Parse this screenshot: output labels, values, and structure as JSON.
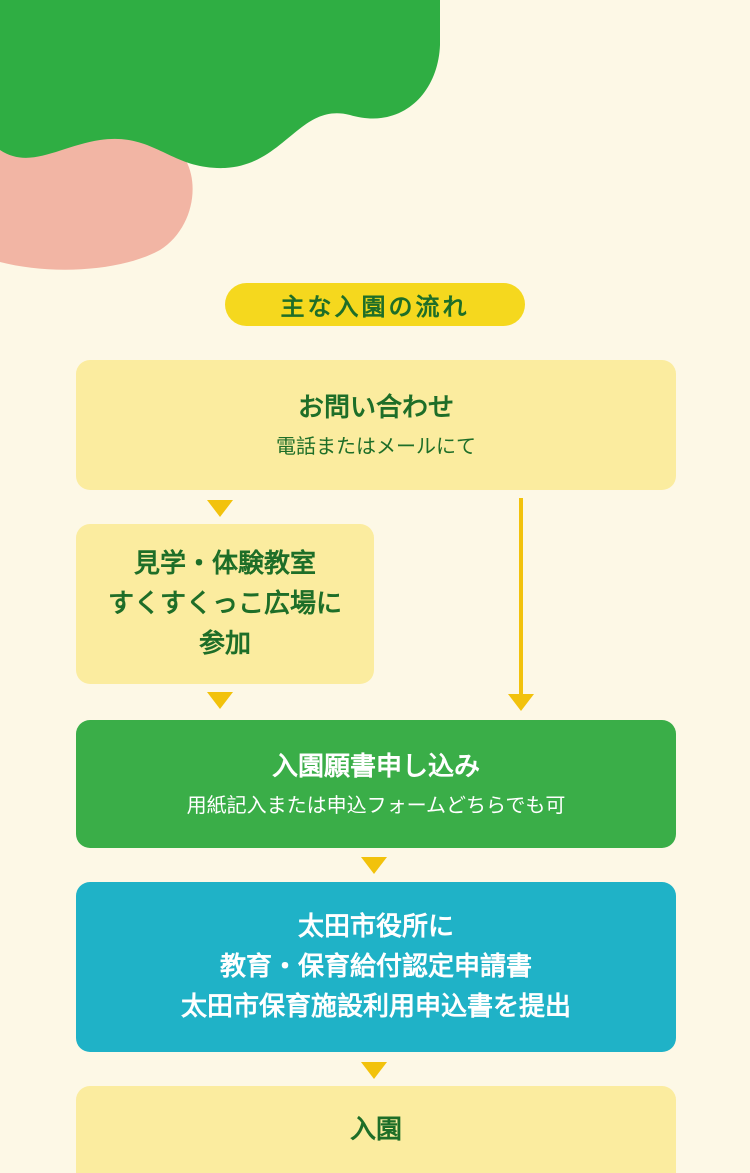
{
  "heading": "主な入園の流れ",
  "steps": {
    "inquiry": {
      "title": "お問い合わせ",
      "subtitle": "電話またはメールにて"
    },
    "visit": {
      "lines": [
        "見学・体験教室",
        "すくすくっこ広場に",
        "参加"
      ]
    },
    "application": {
      "title": "入園願書申し込み",
      "subtitle": "用紙記入または申込フォームどちらでも可"
    },
    "city_office": {
      "lines": [
        "太田市役所に",
        "教育・保育給付認定申請書",
        "太田市保育施設利用申込書を提出"
      ]
    },
    "admission": {
      "title": "入園"
    }
  },
  "colors": {
    "background": "#fdf8e6",
    "heading_bg": "#f5d81e",
    "box_yellow": "#fbec9f",
    "box_green": "#3aae48",
    "box_blue": "#1fb2c7",
    "text_green": "#1e6e28",
    "arrow": "#f2c20c",
    "deco_green": "#2fae43",
    "deco_pink": "#f2b5a4"
  }
}
